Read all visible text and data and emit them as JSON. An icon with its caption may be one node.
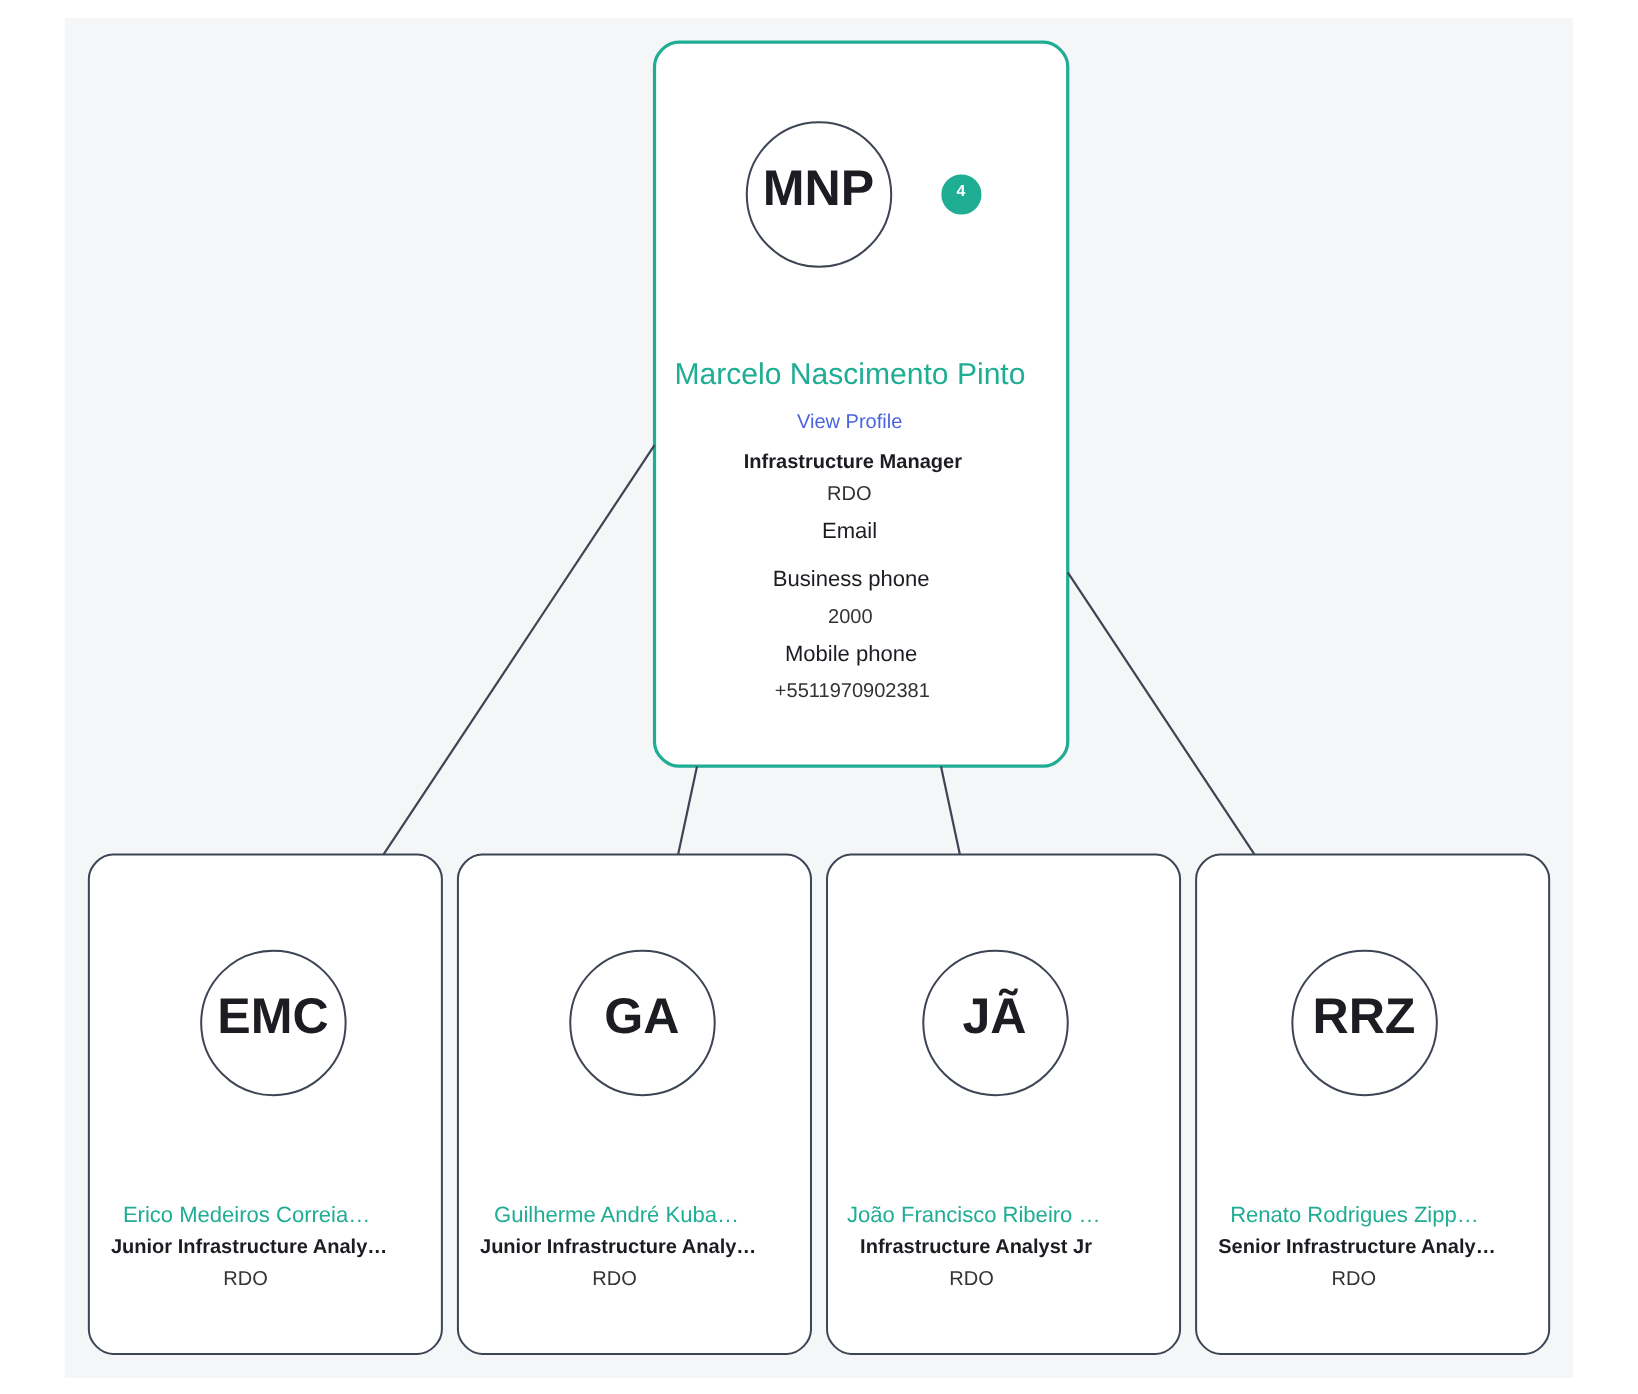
{
  "diagram": {
    "nodes": [
      {
        "text": [
          "Marcelo Nascimento Pinto",
          "View Profile",
          "Infrastructure Manager",
          "RDO",
          "Email",
          "Business phone",
          "2000",
          "Mobile phone",
          "+5511970902381"
        ]
      },
      {
        "text": [
          "MNP"
        ],
        "in": 0
      },
      {
        "text": [
          "4"
        ],
        "in": 0
      },
      {
        "text": [
          "Erico Medeiros Correia…",
          "Junior Infrastructure Analy…",
          "RDO"
        ]
      },
      {
        "text": [
          "EMC"
        ],
        "in": 3
      },
      {
        "text": [
          "Guilherme André Kuba…",
          "Junior Infrastructure Analy…",
          "RDO"
        ]
      },
      {
        "text": [
          "GA"
        ],
        "in": 5
      },
      {
        "text": [
          "João Francisco Ribeiro …",
          "Infrastructure Analyst Jr",
          "RDO"
        ]
      },
      {
        "text": [
          "JÃ"
        ],
        "in": 7
      },
      {
        "text": [
          "Renato Rodrigues Zipp…",
          "Senior Infrastructure Analy…",
          "RDO"
        ]
      },
      {
        "text": [
          "RRZ"
        ],
        "in": 9
      }
    ],
    "edges": [
      {
        "from": 0,
        "to": 3,
        "arrow": "none"
      },
      {
        "from": 0,
        "to": 5,
        "arrow": "none"
      },
      {
        "from": 0,
        "to": 7,
        "arrow": "none"
      },
      {
        "from": 0,
        "to": 9,
        "arrow": "none"
      }
    ]
  }
}
